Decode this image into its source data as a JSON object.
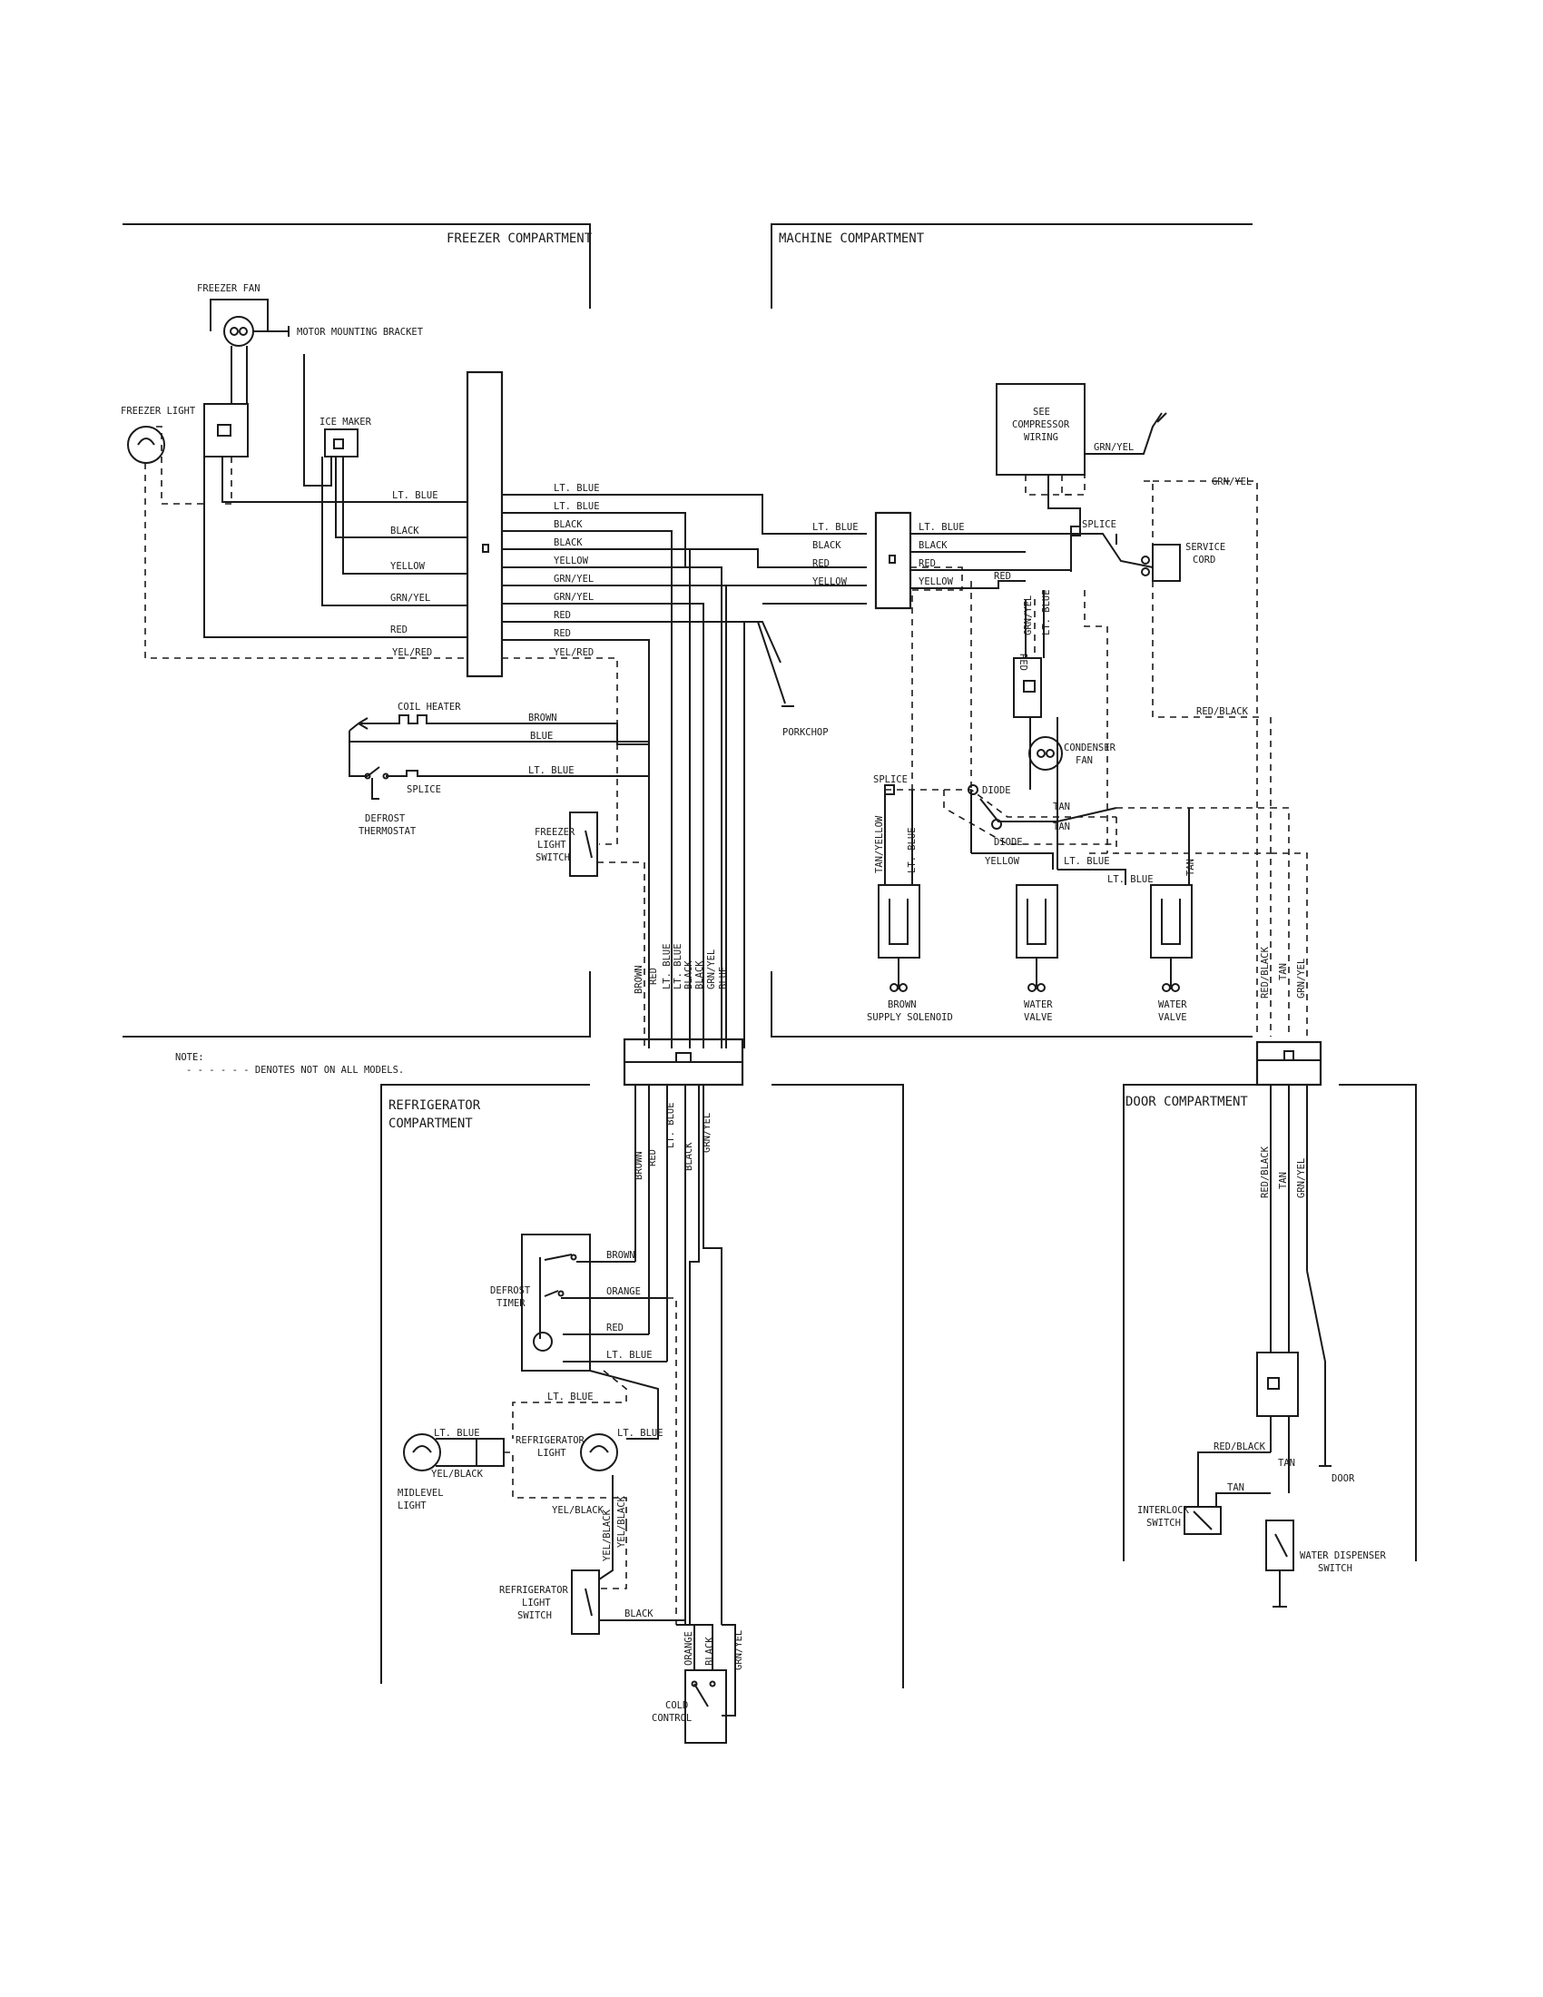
{
  "compartments": {
    "freezer": "FREEZER COMPARTMENT",
    "machine": "MACHINE COMPARTMENT",
    "refrigerator_1": "REFRIGERATOR",
    "refrigerator_2": "COMPARTMENT",
    "door": "DOOR COMPARTMENT"
  },
  "note": {
    "label": "NOTE:",
    "text": "- - - - - - DENOTES NOT ON ALL MODELS."
  },
  "components": {
    "freezer_fan": "FREEZER FAN",
    "motor_bracket": "MOTOR MOUNTING BRACKET",
    "freezer_light": "FREEZER LIGHT",
    "ice_maker": "ICE MAKER",
    "coil_heater": "COIL HEATER",
    "splice": "SPLICE",
    "defrost_thermostat_1": "DEFROST",
    "defrost_thermostat_2": "THERMOSTAT",
    "freezer_light_switch_1": "FREEZER",
    "freezer_light_switch_2": "LIGHT",
    "freezer_light_switch_3": "SWITCH",
    "porkchop": "PORKCHOP",
    "compressor_1": "SEE",
    "compressor_2": "COMPRESSOR",
    "compressor_3": "WIRING",
    "service_cord_1": "SERVICE",
    "service_cord_2": "CORD",
    "condenser_fan_1": "CONDENSER",
    "condenser_fan_2": "FAN",
    "diode": "DIODE",
    "supply_solenoid_1": "BROWN",
    "supply_solenoid_2": "SUPPLY SOLENOID",
    "water_valve_1": "WATER",
    "water_valve_2": "VALVE",
    "defrost_timer_1": "DEFROST",
    "defrost_timer_2": "TIMER",
    "midlevel_light_1": "MIDLEVEL",
    "midlevel_light_2": "LIGHT",
    "refrigerator_light_1": "REFRIGERATOR",
    "refrigerator_light_2": "LIGHT",
    "refrigerator_light_switch_1": "REFRIGERATOR",
    "refrigerator_light_switch_2": "LIGHT",
    "refrigerator_light_switch_3": "SWITCH",
    "cold_control_1": "COLD",
    "cold_control_2": "CONTROL",
    "interlock_switch_1": "INTERLOCK",
    "interlock_switch_2": "SWITCH",
    "water_dispenser_switch_1": "WATER DISPENSER",
    "water_dispenser_switch_2": "SWITCH",
    "door": "DOOR"
  },
  "wires": {
    "lt_blue": "LT. BLUE",
    "black": "BLACK",
    "yellow": "YELLOW",
    "grn_yel": "GRN/YEL",
    "red": "RED",
    "yel_red": "YEL/RED",
    "brown": "BROWN",
    "blue": "BLUE",
    "tan": "TAN",
    "tan_yellow": "TAN/YELLOW",
    "red_black": "RED/BLACK",
    "orange": "ORANGE",
    "yel_black": "YEL/BLACK",
    "lt_blue_short": "LT BLUE"
  }
}
